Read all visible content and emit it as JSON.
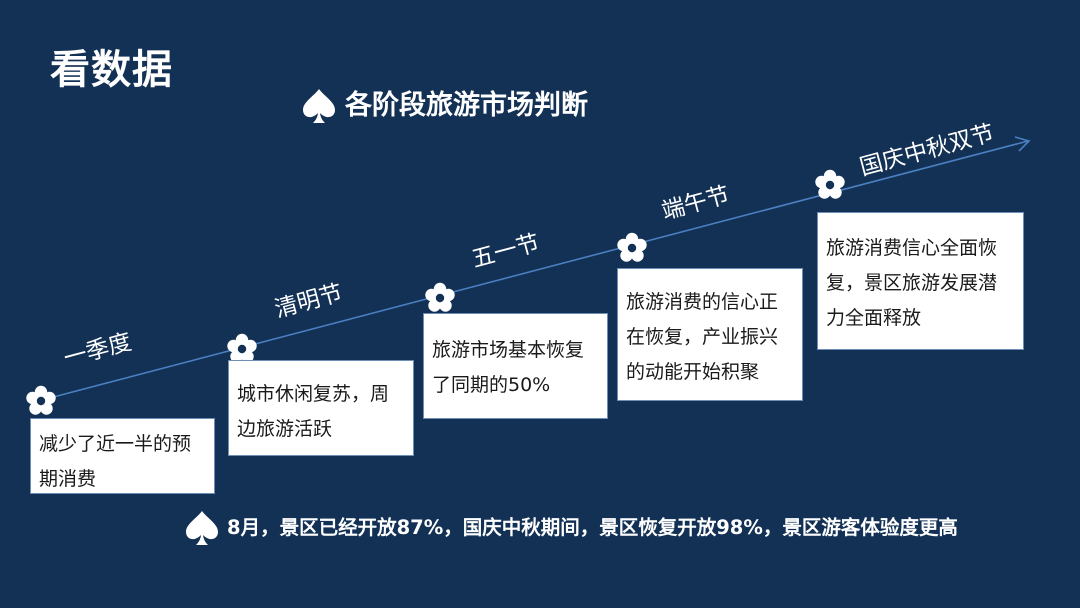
{
  "page": {
    "title": "看数据",
    "subtitle": "各阶段旅游市场判断",
    "subtitle_icon": "spade-icon",
    "background_color": "#123154",
    "accent_line_color": "#4a7fc1"
  },
  "timeline": {
    "stages": [
      {
        "label": "一季度",
        "icon": "flower-icon",
        "description": "减少了近一半的预期消费"
      },
      {
        "label": "清明节",
        "icon": "flower-icon",
        "description": "城市休闲复苏，周边旅游活跃"
      },
      {
        "label": "五一节",
        "icon": "flower-icon",
        "description": "旅游市场基本恢复了同期的50%"
      },
      {
        "label": "端午节",
        "icon": "flower-icon",
        "description": "旅游消费的信心正在恢复，产业振兴的动能开始积聚"
      },
      {
        "label": "国庆中秋双节",
        "icon": "flower-icon",
        "description": "旅游消费信心全面恢复，景区旅游发展潜力全面释放"
      }
    ]
  },
  "footer": {
    "icon": "spade-icon",
    "text": "8月，景区已经开放87%，国庆中秋期间，景区恢复开放98%，景区游客体验度更高"
  }
}
